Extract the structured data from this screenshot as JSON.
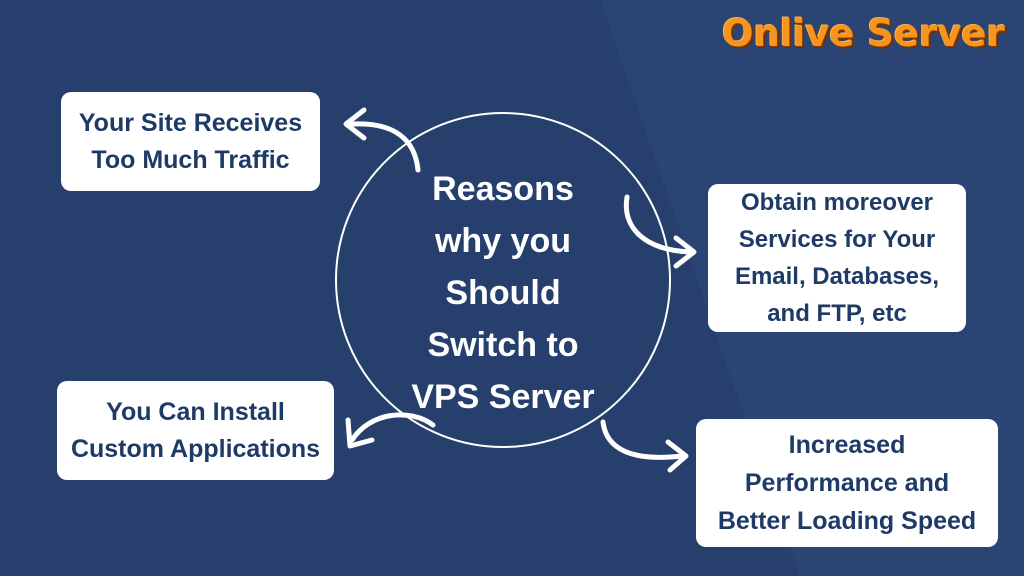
{
  "logo": {
    "text": "Onlive Server",
    "color": "#f7941d"
  },
  "colors": {
    "background": "#263f6c",
    "background_light": "#2f4d80",
    "box": "#ffffff",
    "box_text": "#1e3a66",
    "center_text": "#ffffff"
  },
  "center": {
    "lines": [
      "Reasons",
      "why you",
      "Should",
      "Switch to",
      "VPS Server"
    ]
  },
  "boxes": {
    "top_left": {
      "lines": [
        "Your Site Receives",
        "Too Much Traffic"
      ]
    },
    "bottom_left": {
      "lines": [
        "You Can Install",
        "Custom Applications"
      ]
    },
    "mid_right": {
      "lines": [
        "Obtain moreover",
        "Services for Your",
        "Email, Databases,",
        "and FTP, etc"
      ]
    },
    "bottom_right": {
      "lines": [
        "Increased",
        "Performance and",
        "Better Loading Speed"
      ]
    }
  },
  "icons": [
    "curved-arrow-icon"
  ]
}
